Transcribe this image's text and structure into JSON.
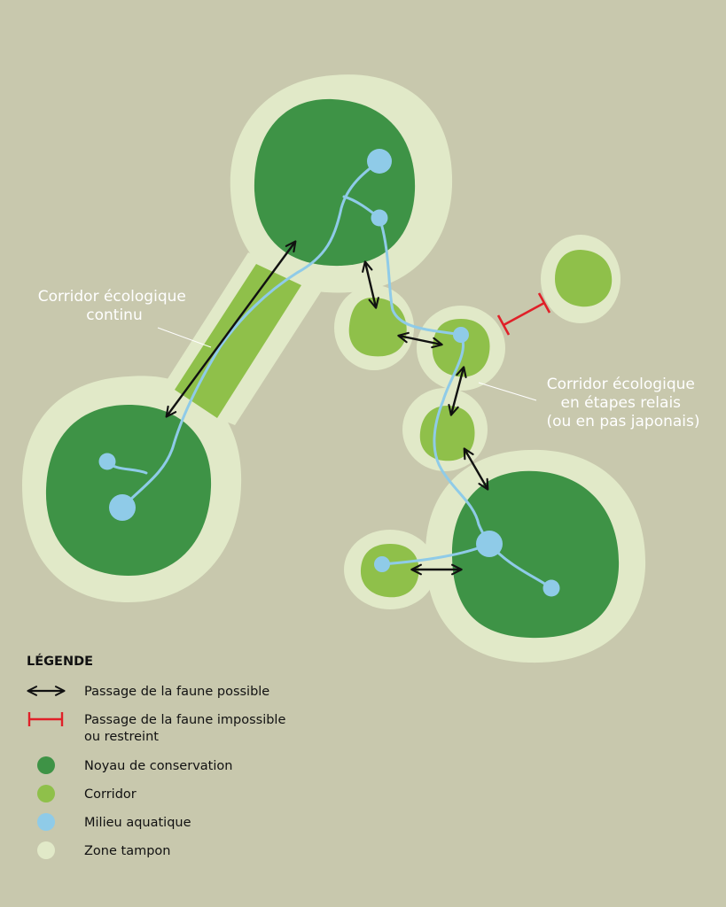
{
  "colors": {
    "background": "#c8c8ad",
    "zone_tampon": "#e1e9c8",
    "noyau": "#3e9346",
    "corridor": "#8fc04a",
    "aquatique": "#8fcbe8",
    "arrow_possible": "#111111",
    "arrow_impossible": "#e02028"
  },
  "labels": {
    "continu": [
      "Corridor écologique",
      "continu"
    ],
    "relais": [
      "Corridor écologique",
      "en étapes relais",
      "(ou en pas japonais)"
    ]
  },
  "legend": {
    "title": "LÉGENDE",
    "items": [
      {
        "key": "passage-possible",
        "icon": "double-arrow-icon",
        "text": [
          "Passage de la faune possible"
        ]
      },
      {
        "key": "passage-impossible",
        "icon": "blocked-bar-icon",
        "text": [
          "Passage de la faune impossible",
          "ou restreint"
        ]
      },
      {
        "key": "noyau",
        "icon": "dark-green-dot-icon",
        "text": [
          "Noyau de conservation"
        ]
      },
      {
        "key": "corridor",
        "icon": "light-green-dot-icon",
        "text": [
          "Corridor"
        ]
      },
      {
        "key": "aquatique",
        "icon": "blue-dot-icon",
        "text": [
          "Milieu aquatique"
        ]
      },
      {
        "key": "tampon",
        "icon": "pale-dot-icon",
        "text": [
          "Zone tampon"
        ]
      }
    ]
  }
}
